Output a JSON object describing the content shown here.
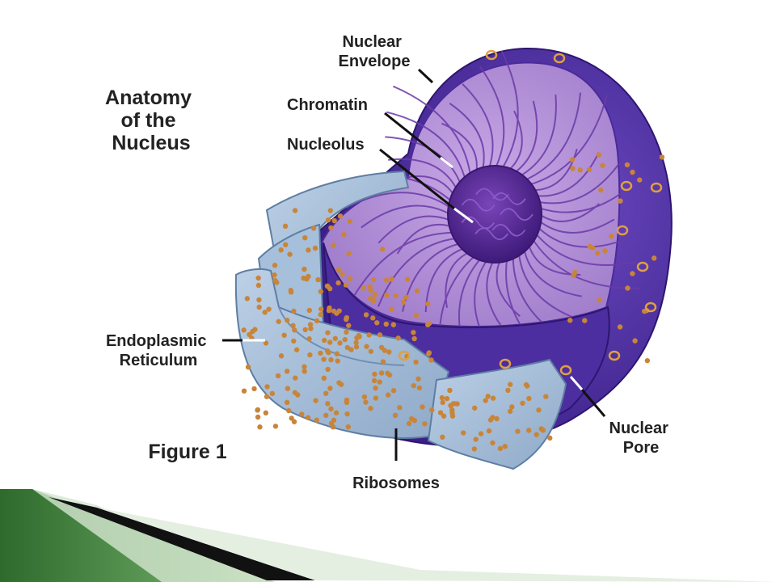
{
  "title_lines": [
    "Anatomy",
    "of the",
    "Nucleus"
  ],
  "figure_label": "Figure 1",
  "labels": {
    "nuclear_envelope": [
      "Nuclear",
      "Envelope"
    ],
    "chromatin": "Chromatin",
    "nucleolus": "Nucleolus",
    "endoplasmic_reticulum": [
      "Endoplasmic",
      "Reticulum"
    ],
    "ribosomes": "Ribosomes",
    "nuclear_pore": [
      "Nuclear",
      "Pore"
    ]
  },
  "colors": {
    "envelope": "#4a2a9c",
    "interior": "#b48fd6",
    "nucleolus": "#5a2a9a",
    "chromatin": "#6a3aa8",
    "reticulum": "#9fb9d6",
    "ribosome": "#c8853a",
    "footer_green": "#3f7a3a"
  }
}
